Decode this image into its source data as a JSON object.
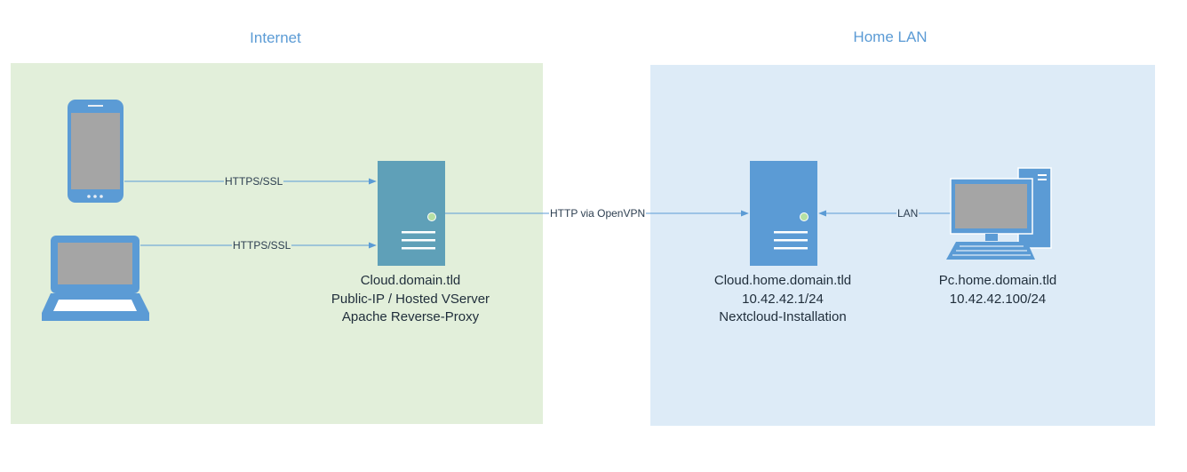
{
  "zones": {
    "internet": {
      "title": "Internet"
    },
    "home_lan": {
      "title": "Home LAN"
    }
  },
  "nodes": {
    "phone": {
      "icon": "smartphone-icon"
    },
    "laptop": {
      "icon": "laptop-icon"
    },
    "proxy_server": {
      "icon": "server-icon",
      "lines": [
        "Cloud.domain.tld",
        "Public-IP / Hosted VServer",
        "Apache Reverse-Proxy"
      ]
    },
    "nextcloud_server": {
      "icon": "server-icon",
      "lines": [
        "Cloud.home.domain.tld",
        "10.42.42.1/24",
        "Nextcloud-Installation"
      ]
    },
    "pc": {
      "icon": "desktop-computer-icon",
      "lines": [
        "Pc.home.domain.tld",
        "10.42.42.100/24"
      ]
    }
  },
  "edges": {
    "phone_to_proxy": {
      "label": "HTTPS/SSL"
    },
    "laptop_to_proxy": {
      "label": "HTTPS/SSL"
    },
    "proxy_to_nextcloud": {
      "label": "HTTP via OpenVPN"
    },
    "pc_to_nextcloud": {
      "label": "LAN"
    }
  },
  "colors": {
    "internet_zone": "#e2efda",
    "home_zone": "#ddebf7",
    "title_text": "#5b9bd5",
    "proxy_server": "#5fa0b8",
    "home_server": "#5b9bd5",
    "device": "#5b9bd5",
    "screen": "#a5a5a5",
    "edge_line": "#5b9bd5"
  }
}
